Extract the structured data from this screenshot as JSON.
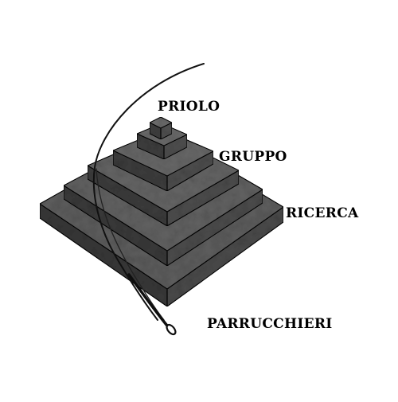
{
  "labels": {
    "top": "PRIOLO",
    "second": "GRUPPO",
    "third": "RICERCA",
    "base": "PARRUCCHIERI"
  },
  "colors": {
    "stone_top": "#5e5e5e",
    "stone_left": "#3a3a3a",
    "stone_right": "#4a4a4a",
    "outline": "#000000",
    "needle": "#111111",
    "background": "#ffffff"
  },
  "icons": {
    "needle_and_thread": "needle-thread-icon"
  }
}
